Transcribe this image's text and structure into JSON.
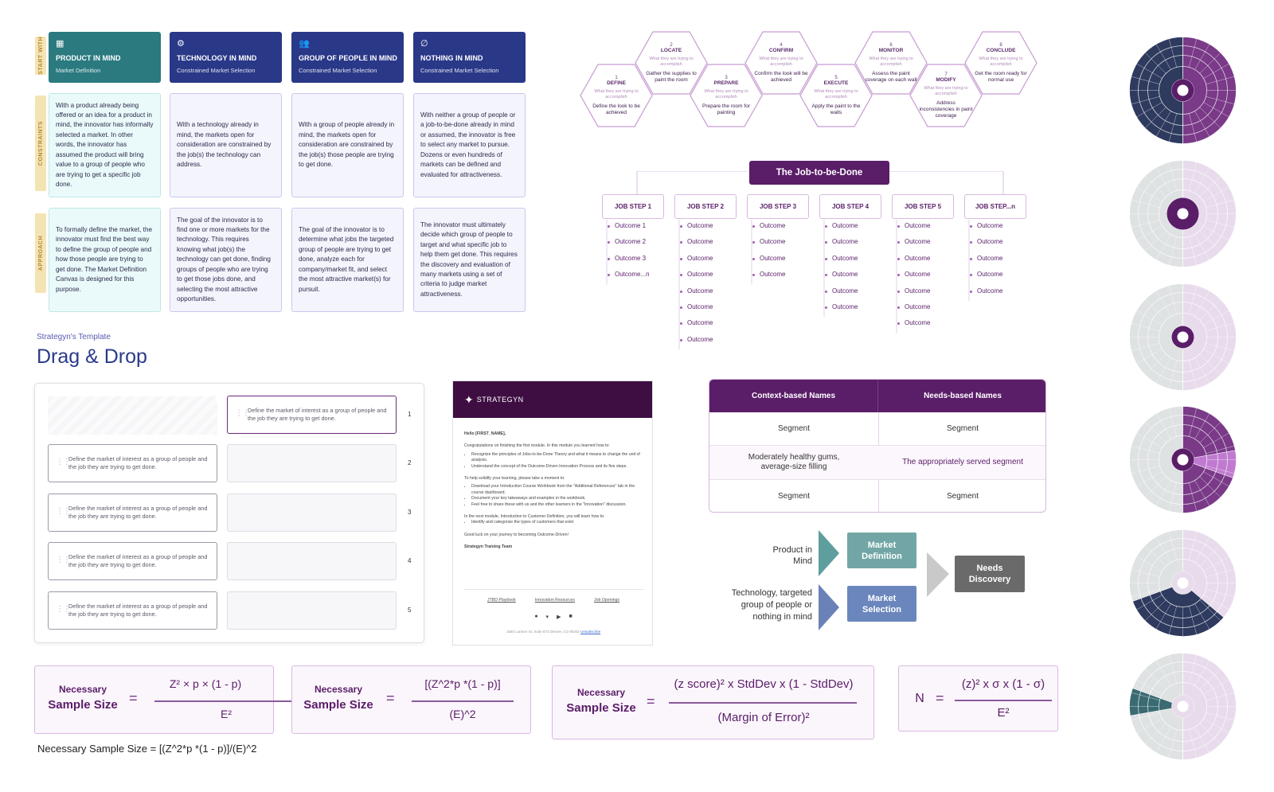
{
  "left_grid": {
    "row_labels": [
      "START WITH",
      "CONSTRAINTS",
      "APPROACH"
    ],
    "columns": [
      {
        "icon": "calendar-icon",
        "title": "PRODUCT IN MIND",
        "subtitle": "Market Definition",
        "color": "#2a7a80",
        "constraint": "With a product already being offered or an idea for a product in mind, the innovator has informally selected a market. In other words, the innovator has assumed the product will bring value to a group of people who are trying to get a specific job done.",
        "approach": "To formally define the market, the innovator must find the best way to define the group of people and how those people are trying to get done. The Market Definition Canvas is designed for this purpose."
      },
      {
        "icon": "gear-icon",
        "title": "TECHNOLOGY IN MIND",
        "subtitle": "Constrained Market Selection",
        "color": "#2a3888",
        "constraint": "With a technology already in mind, the markets open for consideration are constrained by the job(s) the technology can address.",
        "approach": "The goal of the innovator is to find one or more markets for the technology. This requires knowing what job(s) the technology can get done, finding groups of people who are trying to get those jobs done, and selecting the most attractive opportunities."
      },
      {
        "icon": "people-icon",
        "title": "GROUP OF PEOPLE IN MIND",
        "subtitle": "Constrained Market Selection",
        "color": "#2a3888",
        "constraint": "With a group of people already in mind, the markets open for consideration are constrained by the job(s) those people are trying to get done.",
        "approach": "The goal of the innovator is to determine what jobs the targeted group of people are trying to get done, analyze each for company/market fit, and select the most attractive market(s) for pursuit."
      },
      {
        "icon": "empty-set-icon",
        "title": "NOTHING IN MIND",
        "subtitle": "Constrained Market Selection",
        "color": "#2a3888",
        "constraint": "With neither a group of people or a job-to-be-done already in mind or assumed, the innovator is free to select any market to pursue. Dozens or even hundreds of markets can be defined and evaluated for attractiveness.",
        "approach": "The innovator must ultimately decide which group of people to target and what specific job to help them get done. This requires the discovery and evaluation of many markets using a set of criteria to judge market attractiveness."
      }
    ]
  },
  "hex_steps": [
    {
      "num": "1",
      "name": "DEFINE",
      "question": "What they are trying to accomplish",
      "answer": "Define the look to be achieved"
    },
    {
      "num": "2",
      "name": "LOCATE",
      "question": "What they are trying to accomplish",
      "answer": "Gather the supplies to paint the room"
    },
    {
      "num": "3",
      "name": "PREPARE",
      "question": "What they are trying to accomplish",
      "answer": "Prepare the room for painting"
    },
    {
      "num": "4",
      "name": "CONFIRM",
      "question": "What they are trying to accomplish",
      "answer": "Confirm the look will be achieved"
    },
    {
      "num": "5",
      "name": "EXECUTE",
      "question": "What they are trying to accomplish",
      "answer": "Apply the paint to the walls"
    },
    {
      "num": "6",
      "name": "MONITOR",
      "question": "What they are trying to accomplish",
      "answer": "Assess the paint coverage on each wall"
    },
    {
      "num": "7",
      "name": "MODIFY",
      "question": "What they are trying to accomplish",
      "answer": "Address inconsistencies in paint coverage"
    },
    {
      "num": "8",
      "name": "CONCLUDE",
      "question": "What they are trying to accomplish",
      "answer": "Get the room ready for normal use"
    }
  ],
  "jtbd": {
    "title": "The Job-to-be-Done",
    "steps": [
      {
        "label": "JOB STEP 1",
        "outcomes": [
          "Outcome 1",
          "Outcome 2",
          "Outcome 3",
          "Outcome...n"
        ]
      },
      {
        "label": "JOB STEP 2",
        "outcomes": [
          "Outcome",
          "Outcome",
          "Outcome",
          "Outcome",
          "Outcome",
          "Outcome",
          "Outcome",
          "Outcome"
        ]
      },
      {
        "label": "JOB STEP 3",
        "outcomes": [
          "Outcome",
          "Outcome",
          "Outcome",
          "Outcome"
        ]
      },
      {
        "label": "JOB STEP 4",
        "outcomes": [
          "Outcome",
          "Outcome",
          "Outcome",
          "Outcome",
          "Outcome",
          "Outcome"
        ]
      },
      {
        "label": "JOB STEP 5",
        "outcomes": [
          "Outcome",
          "Outcome",
          "Outcome",
          "Outcome",
          "Outcome",
          "Outcome",
          "Outcome"
        ]
      },
      {
        "label": "JOB STEP...n",
        "outcomes": [
          "Outcome",
          "Outcome",
          "Outcome",
          "Outcome",
          "Outcome"
        ]
      }
    ]
  },
  "template": {
    "kicker": "Strategyn's Template",
    "title": "Drag & Drop"
  },
  "dragdrop": {
    "item_text": "Define the market of interest as a group of people and the job they are trying to get done.",
    "numbers": [
      "1",
      "2",
      "3",
      "4",
      "5"
    ]
  },
  "email": {
    "brand": "STRATEGYN",
    "greeting": "Hello [FIRST_NAME],",
    "intro": "Congratulations on finishing the first module. In this module you learned how to:",
    "bullets1": [
      "Recognize the principles of Jobs-to-be-Done Theory and what it means to change the unit of analysis.",
      "Understand the concept of the Outcome-Driven Innovation Process and its five steps."
    ],
    "mid": "To help solidify your learning, please take a moment to:",
    "bullets2": [
      "Download your Introduction Course Workbook from the \"Additional References\" tab in the course dashboard.",
      "Document your key takeaways and examples in the workbook.",
      "Feel free to share these with us and the other learners in the \"Innovation\" discussion."
    ],
    "next": "In the next module, Introduction to Customer Definition, you will learn how to:",
    "bullets3": [
      "Identify and categorize the types of customers that exist"
    ],
    "closing": "Good luck on your journey to becoming Outcome-Driven!",
    "signature": "Strategyn Training Team",
    "links": [
      "JTBD Playbook",
      "Innovation Resources",
      "Job Openings"
    ],
    "address": "1550 Larimer St, Suite 873 Denver, CO 80202",
    "unsubscribe": "Unsubscribe"
  },
  "names_table": {
    "headers": [
      "Context-based Names",
      "Needs-based Names"
    ],
    "rows": [
      [
        "Segment",
        "Segment"
      ],
      [
        "Moderately healthy gums, average-size filling",
        "The appropriately served segment"
      ],
      [
        "Segment",
        "Segment"
      ]
    ]
  },
  "flow": {
    "left1": "Product  in Mind",
    "left2": "Technology, targeted group of people or nothing in mind",
    "box1": "Market Definition",
    "box2": "Market Selection",
    "box3": "Needs Discovery"
  },
  "formulas": [
    {
      "label1": "Necessary",
      "label2": "Sample Size",
      "eq": "=",
      "num": "Z² × p × (1 - p)",
      "den": "E²"
    },
    {
      "label1": "Necessary",
      "label2": "Sample Size",
      "eq": "=",
      "num": "[(Z^2*p *(1 - p)]",
      "den": "(E)^2"
    },
    {
      "label1": "Necessary",
      "label2": "Sample Size",
      "eq": "=",
      "num": "(z score)² x StdDev x (1 - StdDev)",
      "den": "(Margin of Error)²"
    },
    {
      "label1": "N",
      "label2": "",
      "eq": "=",
      "num": "(z)² x σ x (1 - σ)",
      "den": "E²"
    }
  ],
  "formula_text": "Necessary Sample Size = [(Z^2*p *(1 - p)]/(E)^2"
}
